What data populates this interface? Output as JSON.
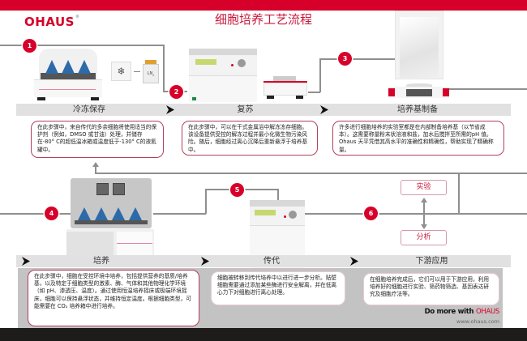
{
  "header": {
    "brand": "OHAUS",
    "registered_mark": "®",
    "title": "细胞培养工艺流程"
  },
  "colors": {
    "brand_red": "#d6002a",
    "connector_gray": "#8f8f8f",
    "step_bar_gray": "#e1e1e1",
    "panel_gray": "#c3c3c3",
    "footer_black": "#1e1b1b"
  },
  "steps": [
    {
      "number": "1",
      "label": "冷冻保存",
      "description": "在此步骤中，来自传代的多余细胞将使用适当的保护剂（例如，DMSO 或甘油）处理，并储存在-80° C的超低温冰箱或温度低于-130° C的液氮罐中。"
    },
    {
      "number": "2",
      "label": "复苏",
      "description": "在此步骤中，可以在干式金属浴中解冻冻存细胞。该设备提供受控的解冻过程并最小化微生物污染风险。随后，细胞经过离心沉降后重新悬浮于培养基中。"
    },
    {
      "number": "3",
      "label": "培养基制备",
      "description": "许多进行细胞培养的实验室都是在内部制备培养基（以节省成本）。这需要称量粉末状溶液和盐，加水后搅拌至所需的pH 值。Ohaus 天平凭借其高水平的准确性和精确性，帮助实现了精确称量。"
    },
    {
      "number": "4",
      "label": "培养",
      "description": "在此步骤中，细胞在受控环境中培养，包括提供营养的基质/培养基，以及特定于细胞类型的激素、酶、气体和其他物理化学环境（如 pH、渗透压、温度）。通过使用恒温培养摇床或极端环境摇床，细胞可以保持悬浮状态，并维持恒定温度。根据细胞类型，可能需要在 CO₂ 培养箱中进行培养。"
    },
    {
      "number": "5",
      "label": "传代",
      "description": "细胞被转移到传代培养中以进行进一步分析。贴壁细胞需要通过添加某些酶进行安全解离，并在低离心力下对细胞进行离心处理。"
    },
    {
      "number": "6",
      "label": "下游应用",
      "description": "在细胞培养完成后，它们可以用于下游应用，利用培养好的细胞进行实验、筛药物筛选、基因表达研究及细胞疗法等。"
    }
  ],
  "outcomes": {
    "top": "实验",
    "bottom": "分析"
  },
  "icons": {
    "snowflake": "❄",
    "liquid_nitrogen_label": "LN",
    "liquid_nitrogen_sub": "2"
  },
  "footer": {
    "tagline_prefix": "Do more with ",
    "tagline_brand": "OHAUS",
    "url": "www.ohaus.com"
  }
}
